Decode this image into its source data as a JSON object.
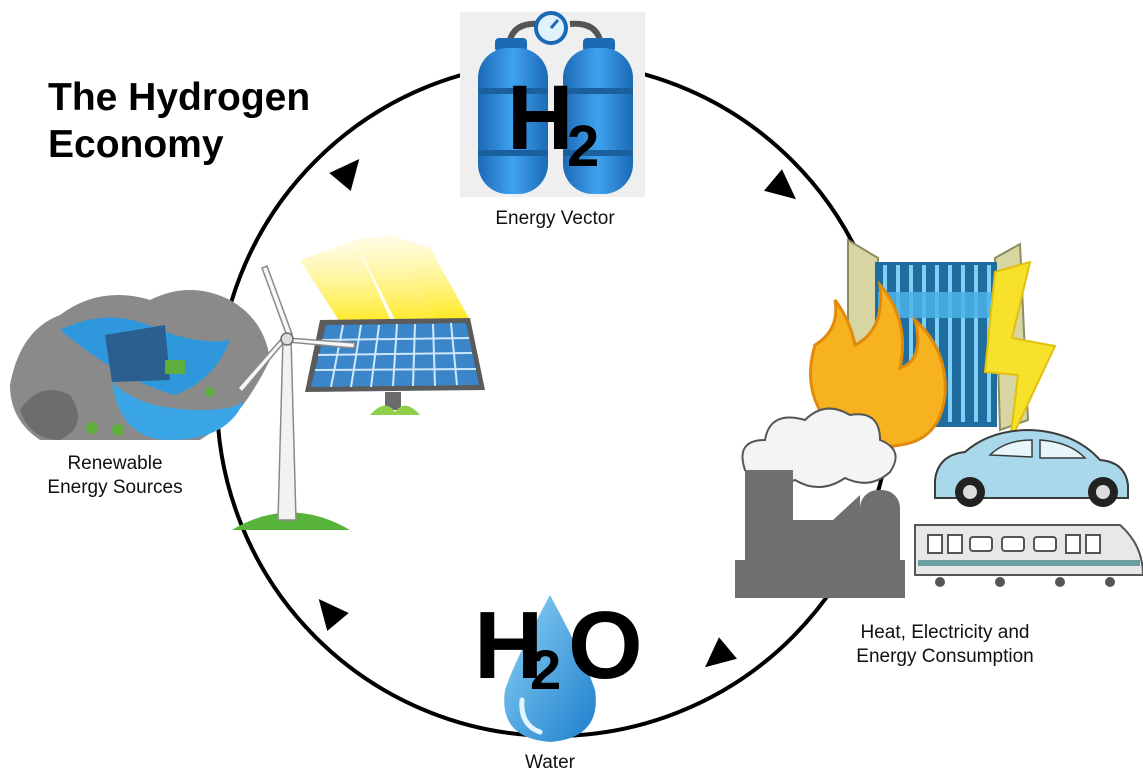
{
  "title": {
    "line1": "The Hydrogen",
    "line2": "Economy"
  },
  "nodes": {
    "energy_vector": {
      "symbol_main": "H",
      "symbol_sub": "2",
      "label": "Energy Vector"
    },
    "consumption": {
      "label_line1": "Heat, Electricity and",
      "label_line2": "Energy Consumption"
    },
    "water": {
      "symbol_h": "H",
      "symbol_sub": "2",
      "symbol_o": "O",
      "label": "Water"
    },
    "renewables": {
      "label_line1": "Renewable",
      "label_line2": "Energy Sources"
    }
  },
  "colors": {
    "cycle": "#000000",
    "tank": "#2f8fe0",
    "tank_dark": "#1c6ab5",
    "flame": "#f6b21f",
    "bolt": "#f7e12b",
    "car": "#a9d8ea",
    "train": "#e8e8e8",
    "factory": "#6f6f6f",
    "water_drop": "#2f98dc",
    "panel": "#3a86c8",
    "grass": "#57b33a",
    "rock": "#8a8a8a"
  },
  "icons": [
    "hydrogen-tank-icon",
    "fuel-cell-icon",
    "flame-icon",
    "lightning-icon",
    "car-icon",
    "train-icon",
    "factory-icon",
    "water-drop-icon",
    "wind-turbine-icon",
    "solar-panel-icon",
    "hydro-dam-icon"
  ]
}
